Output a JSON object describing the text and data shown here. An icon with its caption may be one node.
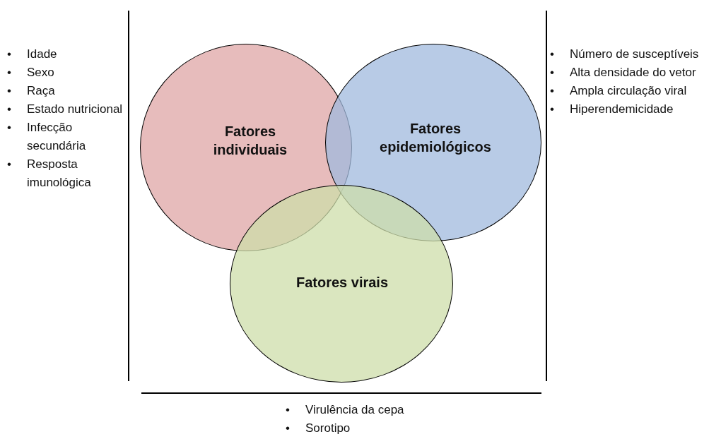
{
  "diagram": {
    "nodes": [
      {
        "text": [
          "Fatores individuais"
        ]
      },
      {
        "text": [
          "Fatores epidemiológicos"
        ]
      },
      {
        "text": [
          "Fatores virais"
        ]
      }
    ],
    "labels": [
      "•",
      "Idade",
      "•",
      "Sexo",
      "•",
      "Raça",
      "•",
      "Estado nutricional",
      "•",
      "Infecção secundária",
      "•",
      "Resposta imunológica",
      "•",
      "Número de susceptíveis",
      "•",
      "Alta densidade do vetor",
      "•",
      "Ampla circulação viral",
      "•",
      "Hiperendemicidade",
      "•",
      "Virulência da cepa",
      "•",
      "Sorotipo"
    ]
  }
}
